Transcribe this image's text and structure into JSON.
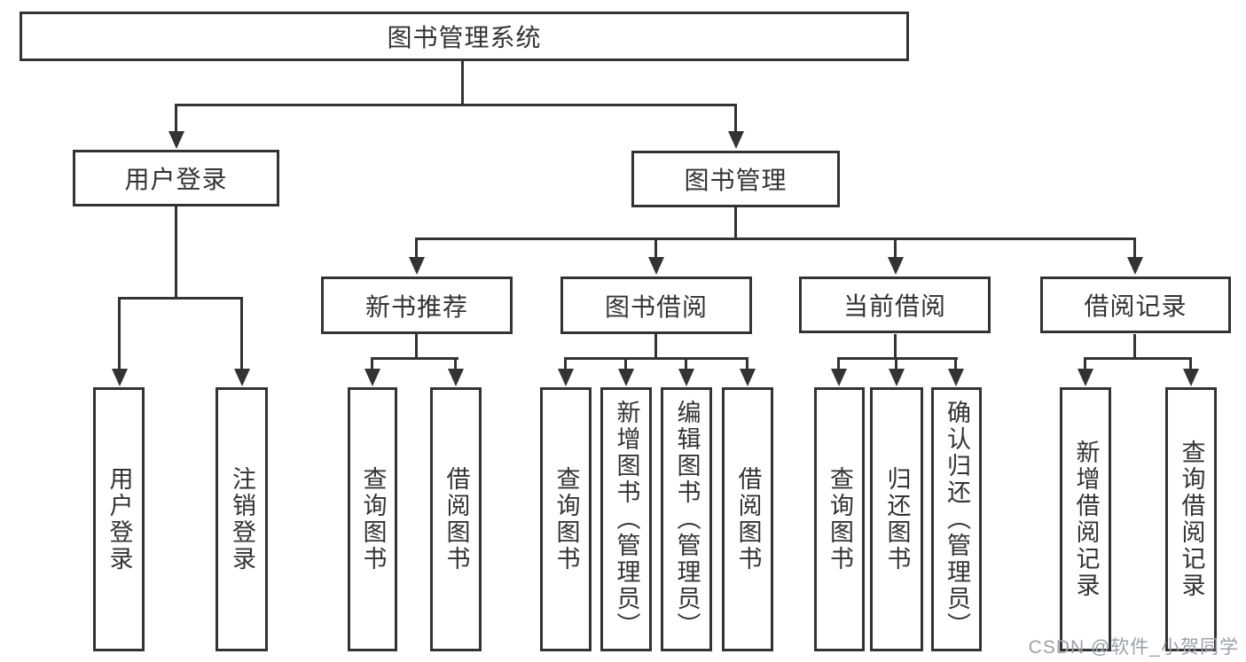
{
  "tree": {
    "root": {
      "label": "图书管理系统"
    },
    "branches": [
      {
        "label": "用户登录",
        "children": [
          {
            "label": "用户登录"
          },
          {
            "label": "注销登录"
          }
        ]
      },
      {
        "label": "图书管理",
        "children": [
          {
            "label": "新书推荐",
            "children": [
              {
                "label": "查询图书"
              },
              {
                "label": "借阅图书"
              }
            ]
          },
          {
            "label": "图书借阅",
            "children": [
              {
                "label": "查询图书"
              },
              {
                "label": "新增图书（管理员）"
              },
              {
                "label": "编辑图书（管理员）"
              },
              {
                "label": "借阅图书"
              }
            ]
          },
          {
            "label": "当前借阅",
            "children": [
              {
                "label": "查询图书"
              },
              {
                "label": "归还图书"
              },
              {
                "label": "确认归还（管理员）"
              }
            ]
          },
          {
            "label": "借阅记录",
            "children": [
              {
                "label": "新增借阅记录"
              },
              {
                "label": "查询借阅记录"
              }
            ]
          }
        ]
      }
    ]
  },
  "watermark": {
    "text": "CSDN @软件_小贺同学",
    "color": "#9ba1a9"
  },
  "colors": {
    "line": "#333333",
    "text": "#333333",
    "background": "#ffffff"
  }
}
